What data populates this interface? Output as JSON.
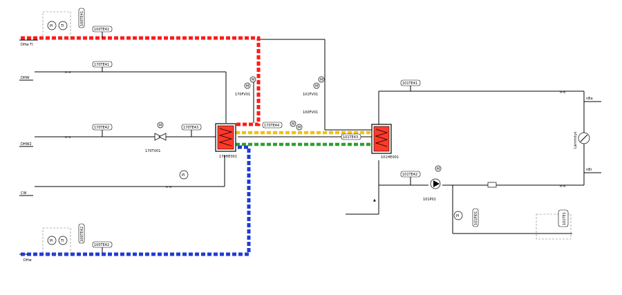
{
  "streams": [
    {
      "id": "red",
      "color": "#ff1a1a"
    },
    {
      "id": "blue",
      "color": "#1f3bd6"
    },
    {
      "id": "yellow",
      "color": "#f2c200"
    },
    {
      "id": "green",
      "color": "#2ca02c"
    }
  ],
  "inlets": {
    "in1": "DHw Tl",
    "in2": "DHW",
    "in3": "DHW2",
    "in4": "CW",
    "in5": "DHw"
  },
  "outlets": {
    "out1": "nBa",
    "out2": "nBr"
  },
  "instruments": {
    "pi": "PI",
    "ti": "TI",
    "m": "M",
    "tt_top": "100TE41",
    "tt_top_line": "100TE41",
    "tt_row2": "170TE41",
    "tt_row3": "170TE42",
    "tt_row3b": "170TE43",
    "tt_mid": "170TE44",
    "tt_mid2": "101TE43",
    "tt_right1": "101TE41",
    "tt_right2": "101TE42",
    "tt_bot": "100TE42",
    "tt_bot_line": "100TE42",
    "tv1": "170TV01",
    "tv2": "170FV01",
    "tv3": "101FV01",
    "tv4": "100FV01",
    "pump1": "101P01",
    "sensor_r": "101PI01",
    "right_box": "101TE1",
    "load": "Lämmitys"
  },
  "equipment": {
    "hx1": "170HE001",
    "hx2": "101HE001"
  }
}
